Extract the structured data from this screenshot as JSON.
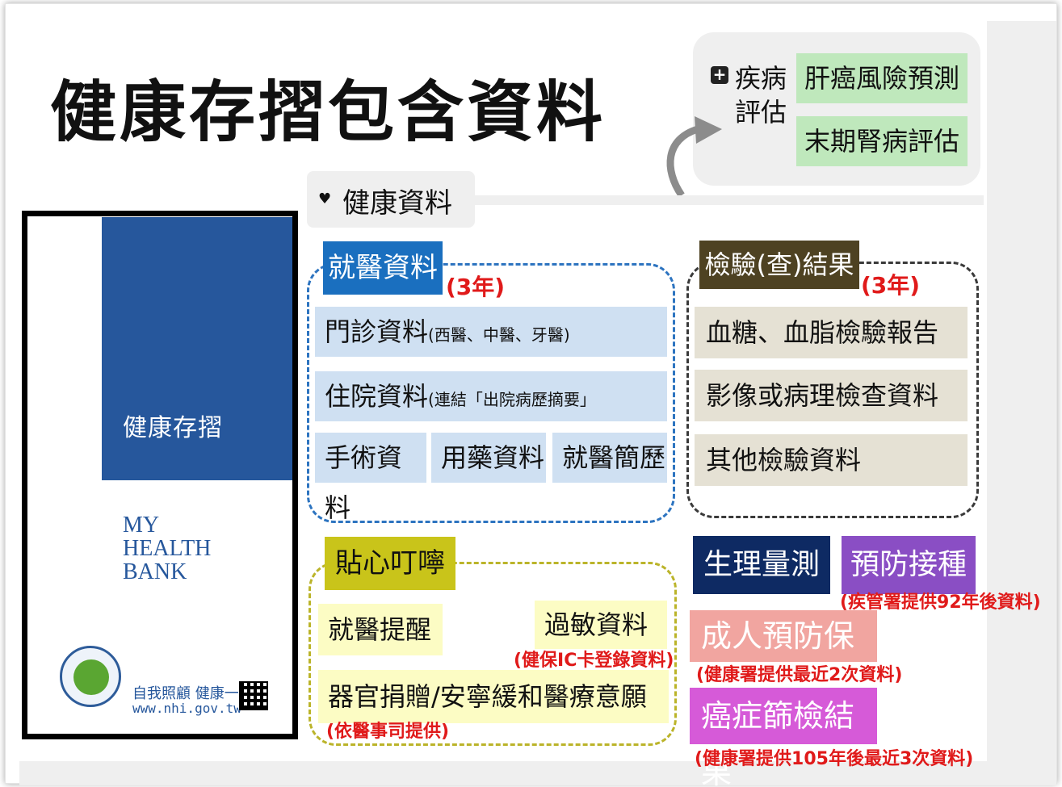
{
  "title": "健康存摺包含資料",
  "book": {
    "cn_title": "健康存摺",
    "en_line1": "MY",
    "en_line2": "HEALTH",
    "en_line3": "BANK",
    "slogan": "自我照顧 健康一生",
    "url": "www.nhi.gov.tw",
    "logo_icon": "nhi-logo"
  },
  "disease_eval": {
    "label_line1": "疾病",
    "label_line2": "評估",
    "items": [
      "肝癌風險預測",
      "末期腎病評估"
    ]
  },
  "health_data": {
    "icon": "heart-icon",
    "label": "健康資料"
  },
  "medical": {
    "header": "就醫資料",
    "term": "(3年)",
    "outpatient": "門診資料",
    "outpatient_note": "(西醫、中醫、牙醫)",
    "inpatient": "住院資料",
    "inpatient_note": "(連結「出院病歷摘要」",
    "surgery": "手術資料",
    "medication": "用藥資料",
    "history": "就醫簡歷"
  },
  "lab": {
    "header": "檢驗(查)結果",
    "term": "(3年)",
    "items": [
      "血糖、血脂檢驗報告",
      "影像或病理檢查資料",
      "其他檢驗資料"
    ]
  },
  "reminder": {
    "header": "貼心叮嚀",
    "visit": "就醫提醒",
    "allergy": "過敏資料",
    "allergy_note": "(健保IC卡登錄資料)",
    "organ": "器官捐贈/安寧緩和醫療意願",
    "organ_note": "(依醫事司提供)"
  },
  "others": {
    "physio": "生理量測",
    "vaccine": "預防接種",
    "vaccine_note": "(疾管署提供92年後資料)",
    "adult": "成人預防保健",
    "adult_note": "(健康署提供最近2次資料)",
    "cancer": "癌症篩檢結果",
    "cancer_note": "(健康署提供105年後最近3次資料)"
  },
  "colors": {
    "book_blue": "#26579c",
    "medical_blue": "#1a6fbf",
    "lab_brown": "#4e4222",
    "reminder_yellow": "#c9c41a",
    "note_red": "#e01a1a"
  }
}
